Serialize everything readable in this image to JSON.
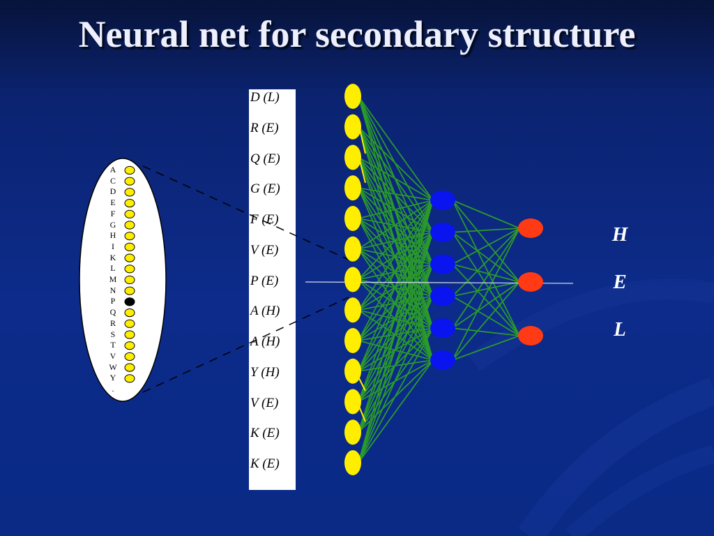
{
  "title": "Neural net for secondary structure",
  "sequence_window": [
    "D (L)",
    "R (E)",
    "Q (E)",
    "G (E)",
    "F (E)",
    "V (E)",
    "P (E)",
    "A (H)",
    "A (H)",
    "Y (H)",
    "V (E)",
    "K (E)",
    "K (E)"
  ],
  "amino_acid_alphabet": [
    "A",
    "C",
    "D",
    "E",
    "F",
    "G",
    "H",
    "I",
    "K",
    "L",
    "M",
    "N",
    "P",
    "Q",
    "R",
    "S",
    "T",
    "V",
    "W",
    "Y",
    "."
  ],
  "active_amino_acid": "P",
  "outputs": [
    "H",
    "E",
    "L"
  ],
  "network": {
    "input_units": 13,
    "hidden_units": 6,
    "output_units": 3
  },
  "colors": {
    "input_node": "#ffee00",
    "hidden_node": "#0a14ee",
    "output_node": "#ff3a14",
    "connection": "#2a9a2a",
    "active_unit": "#000000"
  }
}
